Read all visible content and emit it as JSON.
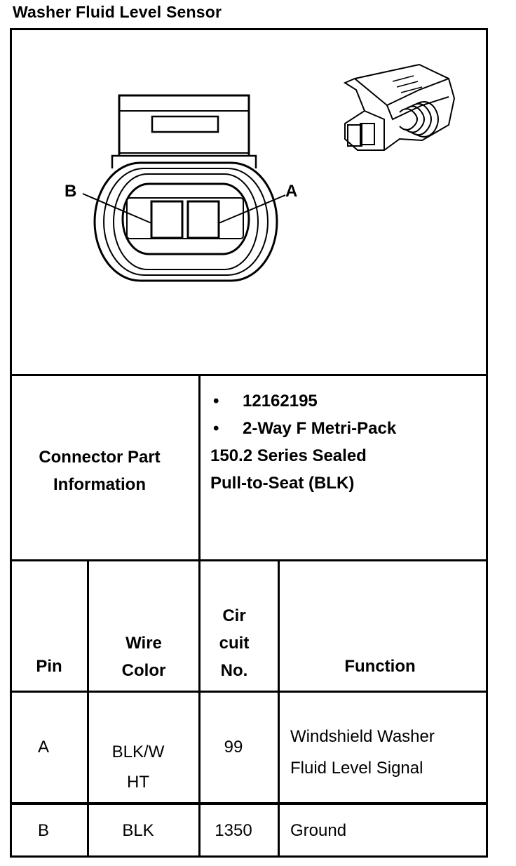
{
  "title": "Washer Fluid Level Sensor",
  "diagram": {
    "label_b": "B",
    "label_a": "A"
  },
  "connector_info": {
    "label_line1": "Connector Part",
    "label_line2": "Information",
    "bullets": [
      "12162195",
      "2-Way F Metri-Pack"
    ],
    "continuation": [
      "150.2 Series Sealed",
      "Pull-to-Seat (BLK)"
    ]
  },
  "table": {
    "headers": {
      "pin": "Pin",
      "wire_color": [
        "Wire",
        "Color"
      ],
      "circuit": [
        "Cir",
        "cuit",
        "No."
      ],
      "function": "Function"
    },
    "rows": [
      {
        "pin": "A",
        "wire_color": [
          "BLK/W",
          "HT"
        ],
        "circuit": "99",
        "function": [
          "Windshield Washer",
          "Fluid Level Signal"
        ]
      },
      {
        "pin": "B",
        "wire_color": [
          "BLK"
        ],
        "circuit": "1350",
        "function": [
          "Ground"
        ]
      }
    ]
  }
}
